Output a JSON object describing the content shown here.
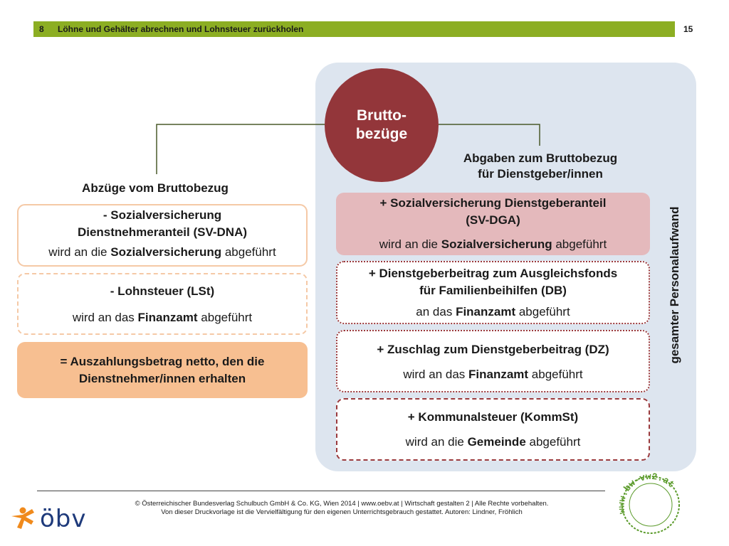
{
  "header": {
    "chapter": "8",
    "title": "Löhne und Gehälter abrechnen und Lohnsteuer zurückholen",
    "page": "15"
  },
  "center": {
    "label": "Brutto-\nbezüge"
  },
  "left": {
    "heading": "Abzüge vom Bruttobezug",
    "boxes": [
      {
        "title": "- Sozialversicherung\nDienstnehmeranteil (SV-DNA)",
        "pre": "wird an die ",
        "target": "Sozialversicherung",
        "post": " abgeführt"
      },
      {
        "title": "- Lohnsteuer (LSt)",
        "pre": "wird an das ",
        "target": "Finanzamt",
        "post": " abgeführt"
      }
    ],
    "result": "= Auszahlungsbetrag netto, den die\nDienstnehmer/innen erhalten"
  },
  "right": {
    "heading": "Abgaben zum Bruttobezug\nfür Dienstgeber/innen",
    "boxes": [
      {
        "title": "+ Sozialversicherung Dienstgeberanteil\n(SV-DGA)",
        "pre": "wird an die ",
        "target": "Sozialversicherung",
        "post": " abgeführt"
      },
      {
        "title": "+ Dienstgeberbeitrag zum Ausgleichsfonds\nfür Familienbeihilfen (DB)",
        "pre": "an das ",
        "target": "Finanzamt",
        "post": " abgeführt"
      },
      {
        "title": "+ Zuschlag zum Dienstgeberbeitrag (DZ)",
        "pre": "wird an das ",
        "target": "Finanzamt",
        "post": " abgeführt"
      },
      {
        "title": "+ Kommunalsteuer (KommSt)",
        "pre": "wird an die ",
        "target": "Gemeinde",
        "post": " abgeführt"
      }
    ],
    "vertical_label": "gesamter Personalaufwand"
  },
  "footer": {
    "line1": "© Österreichischer Bundesverlag Schulbuch GmbH & Co. KG, Wien 2014 | www.oebv.at | Wirtschaft gestalten 2 | Alle Rechte vorbehalten.",
    "line2": "Von dieser Druckvorlage ist die Vervielfältigung für den eigenen Unterrichtsgebrauch gestattet. Autoren: Lindner, Fröhlich",
    "logo_text": "öbv",
    "stamp_text": "www.bw-vw2.at"
  },
  "colors": {
    "header_bar": "#8cae23",
    "circle": "#93363a",
    "panel": "#dde5ef",
    "result_box": "#f7bf91",
    "sv_dga_box": "#e4b9bc",
    "logo_orange": "#f08a1c",
    "logo_blue": "#1e3a7b",
    "stamp_green": "#5a9a2a"
  }
}
